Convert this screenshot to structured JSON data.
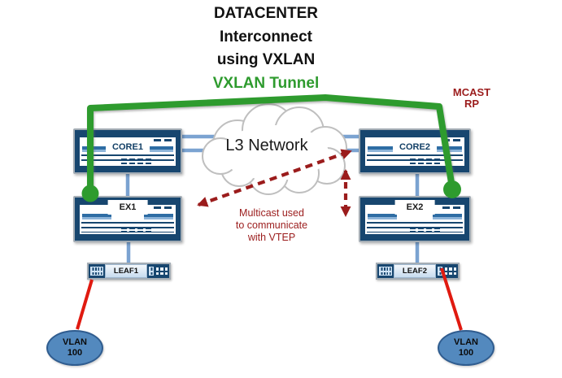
{
  "title": {
    "line1": "DATACENTER",
    "line2": "Interconnect",
    "line3": "using VXLAN",
    "tunnel_label": "VXLAN Tunnel"
  },
  "mcast": {
    "line1": "MCAST",
    "line2": "RP"
  },
  "cloud": {
    "label": "L3 Network"
  },
  "note": {
    "line1": "Multicast used",
    "line2": "to communicate",
    "line3": "with VTEP"
  },
  "devices": {
    "core1": {
      "label": "CORE1"
    },
    "core2": {
      "label": "CORE2"
    },
    "ex1": {
      "label": "EX1"
    },
    "ex2": {
      "label": "EX2"
    },
    "leaf1": {
      "label": "LEAF1"
    },
    "leaf2": {
      "label": "LEAF2"
    }
  },
  "vlan_left": {
    "line1": "VLAN",
    "line2": "100"
  },
  "vlan_right": {
    "line1": "VLAN",
    "line2": "100"
  },
  "colors": {
    "tunnel_green": "#2E9B2E",
    "dark_red": "#9B1C1C",
    "bright_red": "#E01A10",
    "link_blue": "#7BA3D1",
    "device_navy": "#17466F",
    "vlan_fill": "#5389BE",
    "vlan_border": "#2F5C8F",
    "cloud_border": "#BFBFBF"
  }
}
